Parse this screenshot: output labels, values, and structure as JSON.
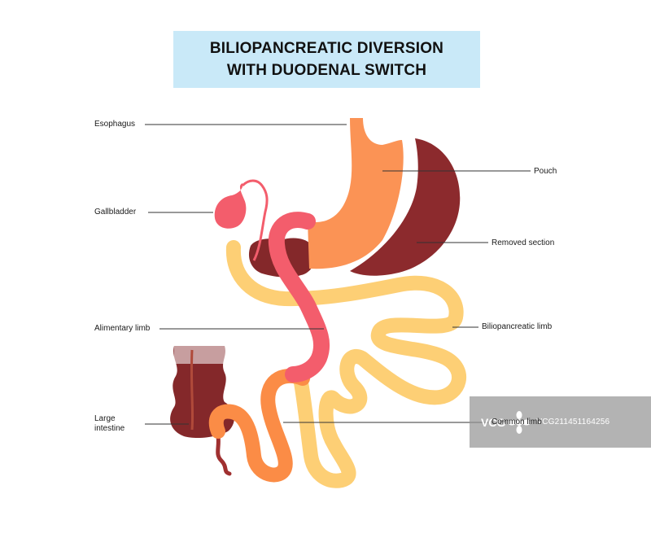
{
  "title": {
    "line1": "BILIOPANCREATIC DIVERSION",
    "line2": "WITH DUODENAL SWITCH"
  },
  "labels": {
    "esophagus": "Esophagus",
    "gallbladder": "Gallbladder",
    "alimentary_limb": "Alimentary limb",
    "large_intestine_1": "Large",
    "large_intestine_2": "intestine",
    "pouch": "Pouch",
    "removed_section": "Removed section",
    "biliopancreatic_limb": "Biliopancreatic limb",
    "common_limb": "Common limb"
  },
  "watermark": {
    "brand": "VCG",
    "code": "VCG211451164256"
  },
  "colors": {
    "title_bg": "#c9e9f8",
    "stomach": "#fb9355",
    "removed": "#8c2a2d",
    "pink": "#f35d6c",
    "yellow": "#fdcf75",
    "orange": "#fb8c46",
    "dark": "#84282a",
    "leader": "#333333"
  }
}
